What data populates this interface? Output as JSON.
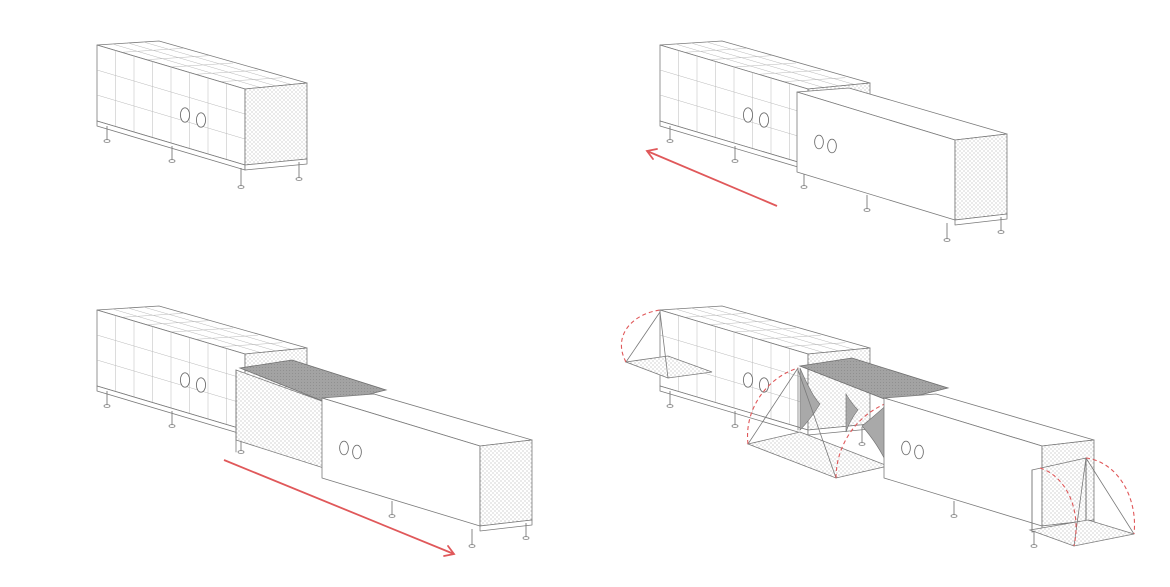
{
  "colors": {
    "line": "#7a7a7a",
    "light_line": "#b9b9b9",
    "fabric": "#9c9c9c",
    "motion_arrow": "#e0585a",
    "background": "#ffffff"
  },
  "panels": [
    {
      "id": "stage-1-closed",
      "modules_extended": 0,
      "arrow_direction": "none",
      "wings_deployed": false
    },
    {
      "id": "stage-2-first-extension",
      "modules_extended": 1,
      "arrow_direction": "left",
      "wings_deployed": false
    },
    {
      "id": "stage-3-second-extension",
      "modules_extended": 2,
      "arrow_direction": "right",
      "wings_deployed": false
    },
    {
      "id": "stage-4-fully-deployed",
      "modules_extended": 2,
      "arrow_direction": "none",
      "wings_deployed": true
    }
  ],
  "icons": [
    "porthole-icon",
    "motion-arrow-icon",
    "swing-arc-icon"
  ]
}
